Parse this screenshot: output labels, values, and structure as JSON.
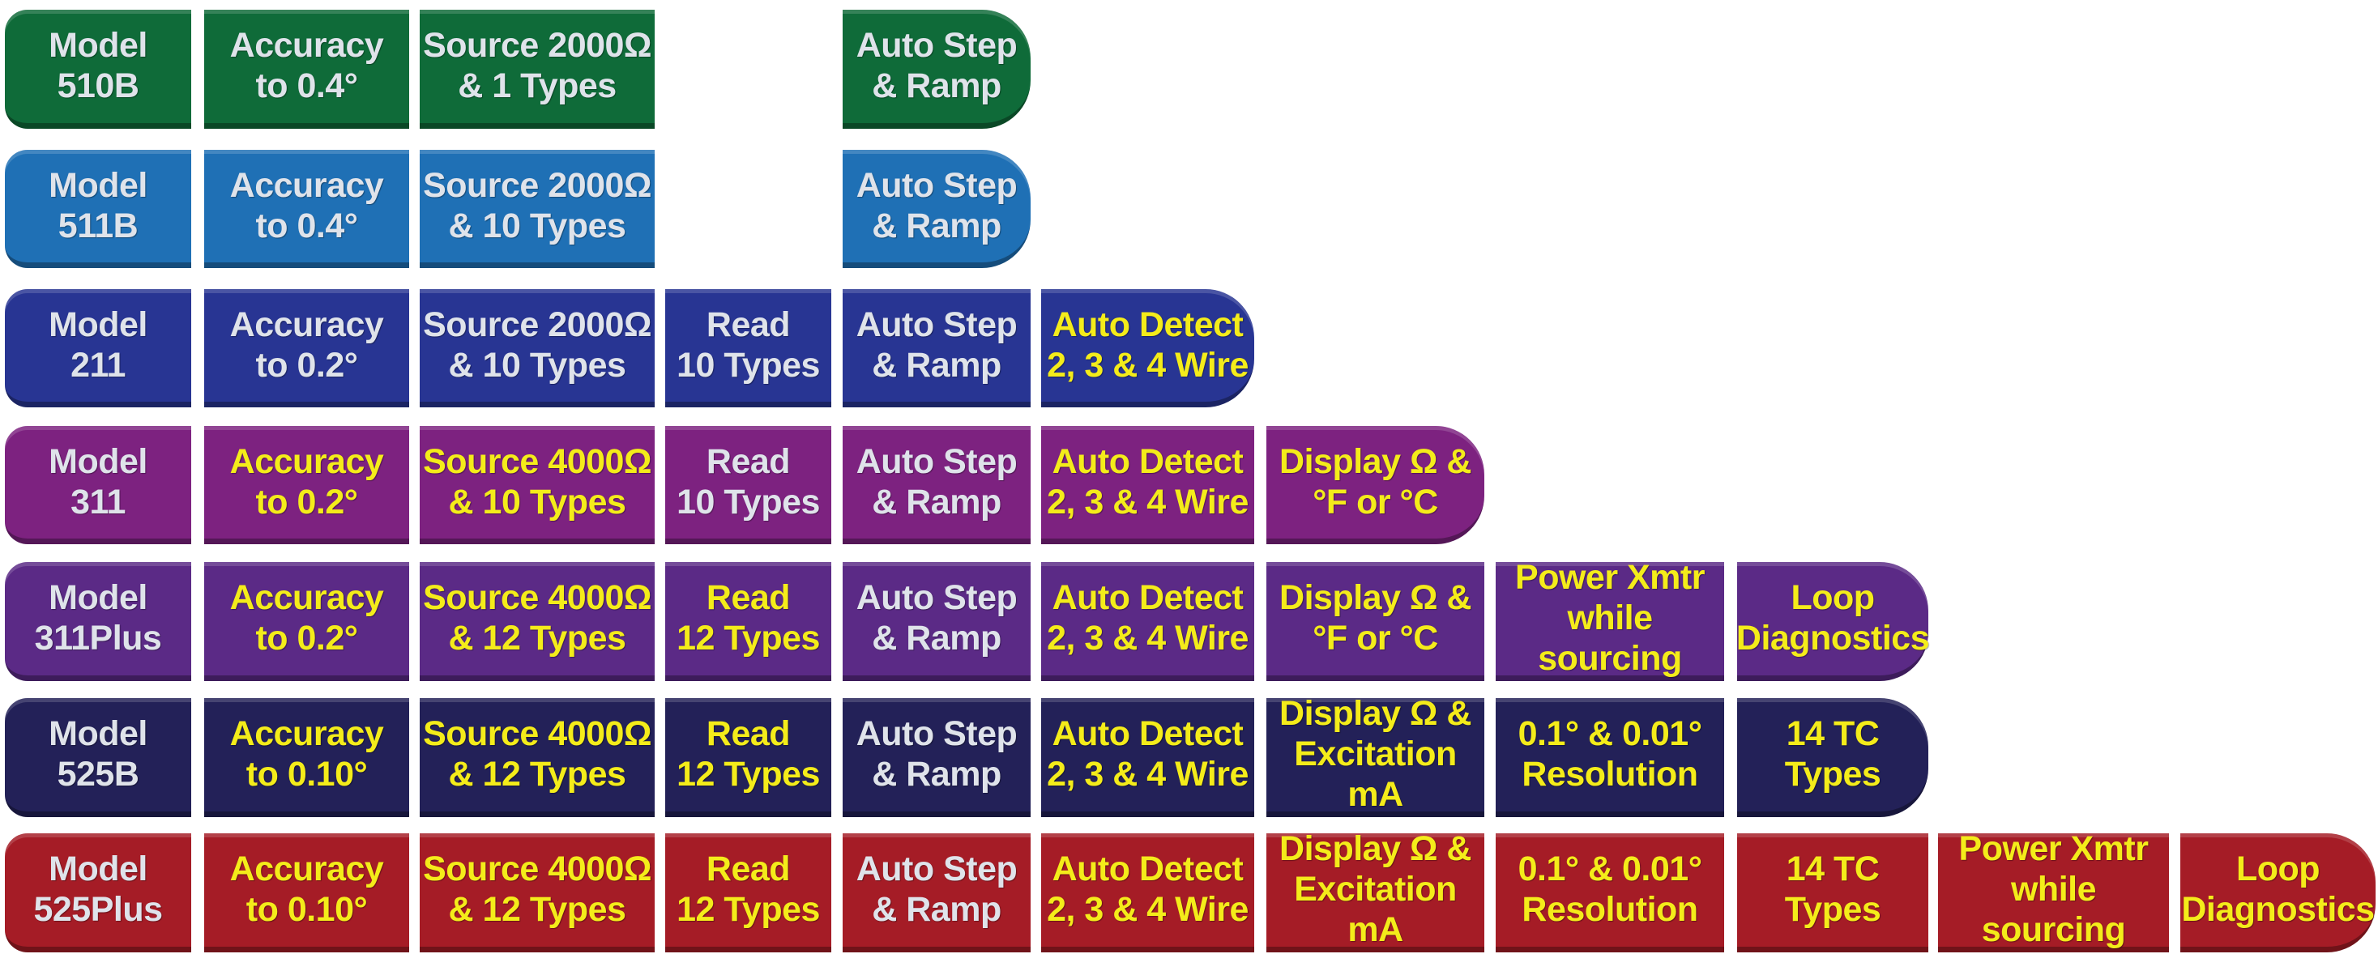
{
  "colors": {
    "highlight_text": "#f4ec1a",
    "standard_text": "#dfe3ea"
  },
  "rows": [
    {
      "color": "#0f6b39",
      "cells": [
        {
          "col": 0,
          "text": "Model\n510B",
          "hl": false
        },
        {
          "col": 1,
          "text": "Accuracy\nto 0.4°",
          "hl": false
        },
        {
          "col": 2,
          "text": "Source 2000Ω\n& 1 Types",
          "hl": false
        },
        {
          "col": 4,
          "text": "Auto Step\n& Ramp",
          "hl": false
        }
      ]
    },
    {
      "color": "#1f70b5",
      "cells": [
        {
          "col": 0,
          "text": "Model\n511B",
          "hl": false
        },
        {
          "col": 1,
          "text": "Accuracy\nto 0.4°",
          "hl": false
        },
        {
          "col": 2,
          "text": "Source 2000Ω\n& 10 Types",
          "hl": false
        },
        {
          "col": 4,
          "text": "Auto Step\n& Ramp",
          "hl": false
        }
      ]
    },
    {
      "color": "#283593",
      "cells": [
        {
          "col": 0,
          "text": "Model\n211",
          "hl": false
        },
        {
          "col": 1,
          "text": "Accuracy\nto 0.2°",
          "hl": false
        },
        {
          "col": 2,
          "text": "Source 2000Ω\n& 10 Types",
          "hl": false
        },
        {
          "col": 3,
          "text": "Read\n10 Types",
          "hl": false
        },
        {
          "col": 4,
          "text": "Auto Step\n& Ramp",
          "hl": false
        },
        {
          "col": 5,
          "text": "Auto Detect\n2, 3 & 4 Wire",
          "hl": true
        }
      ]
    },
    {
      "color": "#7d2280",
      "cells": [
        {
          "col": 0,
          "text": "Model\n311",
          "hl": false
        },
        {
          "col": 1,
          "text": "Accuracy\nto 0.2°",
          "hl": true
        },
        {
          "col": 2,
          "text": "Source 4000Ω\n& 10 Types",
          "hl": true
        },
        {
          "col": 3,
          "text": "Read\n10 Types",
          "hl": false
        },
        {
          "col": 4,
          "text": "Auto Step\n& Ramp",
          "hl": false
        },
        {
          "col": 5,
          "text": "Auto Detect\n2, 3 & 4 Wire",
          "hl": true
        },
        {
          "col": 6,
          "text": "Display Ω &\n°F or °C",
          "hl": true
        }
      ]
    },
    {
      "color": "#5b2a86",
      "cells": [
        {
          "col": 0,
          "text": "Model\n311Plus",
          "hl": false
        },
        {
          "col": 1,
          "text": "Accuracy\nto 0.2°",
          "hl": true
        },
        {
          "col": 2,
          "text": "Source 4000Ω\n& 12 Types",
          "hl": true
        },
        {
          "col": 3,
          "text": "Read\n12 Types",
          "hl": true
        },
        {
          "col": 4,
          "text": "Auto Step\n& Ramp",
          "hl": false
        },
        {
          "col": 5,
          "text": "Auto Detect\n2, 3 & 4 Wire",
          "hl": true
        },
        {
          "col": 6,
          "text": "Display Ω &\n°F or °C",
          "hl": true
        },
        {
          "col": 7,
          "text": "Power Xmtr\nwhile sourcing",
          "hl": true
        },
        {
          "col": 8,
          "text": "Loop\nDiagnostics",
          "hl": true
        }
      ]
    },
    {
      "color": "#232158",
      "cells": [
        {
          "col": 0,
          "text": "Model\n525B",
          "hl": false
        },
        {
          "col": 1,
          "text": "Accuracy\nto 0.10°",
          "hl": true
        },
        {
          "col": 2,
          "text": "Source 4000Ω\n& 12 Types",
          "hl": true
        },
        {
          "col": 3,
          "text": "Read\n12 Types",
          "hl": true
        },
        {
          "col": 4,
          "text": "Auto Step\n& Ramp",
          "hl": false
        },
        {
          "col": 5,
          "text": "Auto Detect\n2, 3 & 4 Wire",
          "hl": true
        },
        {
          "col": 6,
          "text": "Display Ω &\nExcitation mA",
          "hl": true
        },
        {
          "col": 7,
          "text": "0.1° & 0.01°\nResolution",
          "hl": true
        },
        {
          "col": 8,
          "text": "14 TC Types",
          "hl": true
        }
      ]
    },
    {
      "color": "#a51c26",
      "cells": [
        {
          "col": 0,
          "text": "Model\n525Plus",
          "hl": false
        },
        {
          "col": 1,
          "text": "Accuracy\nto 0.10°",
          "hl": true
        },
        {
          "col": 2,
          "text": "Source 4000Ω\n& 12 Types",
          "hl": true
        },
        {
          "col": 3,
          "text": "Read\n12 Types",
          "hl": true
        },
        {
          "col": 4,
          "text": "Auto Step\n& Ramp",
          "hl": false
        },
        {
          "col": 5,
          "text": "Auto Detect\n2, 3 & 4 Wire",
          "hl": true
        },
        {
          "col": 6,
          "text": "Display Ω &\nExcitation mA",
          "hl": true
        },
        {
          "col": 7,
          "text": "0.1° & 0.01°\nResolution",
          "hl": true
        },
        {
          "col": 8,
          "text": "14 TC Types",
          "hl": true
        },
        {
          "col": 9,
          "text": "Power Xmtr\nwhile sourcing",
          "hl": true
        },
        {
          "col": 10,
          "text": "Loop\nDiagnostics",
          "hl": true
        }
      ]
    }
  ]
}
